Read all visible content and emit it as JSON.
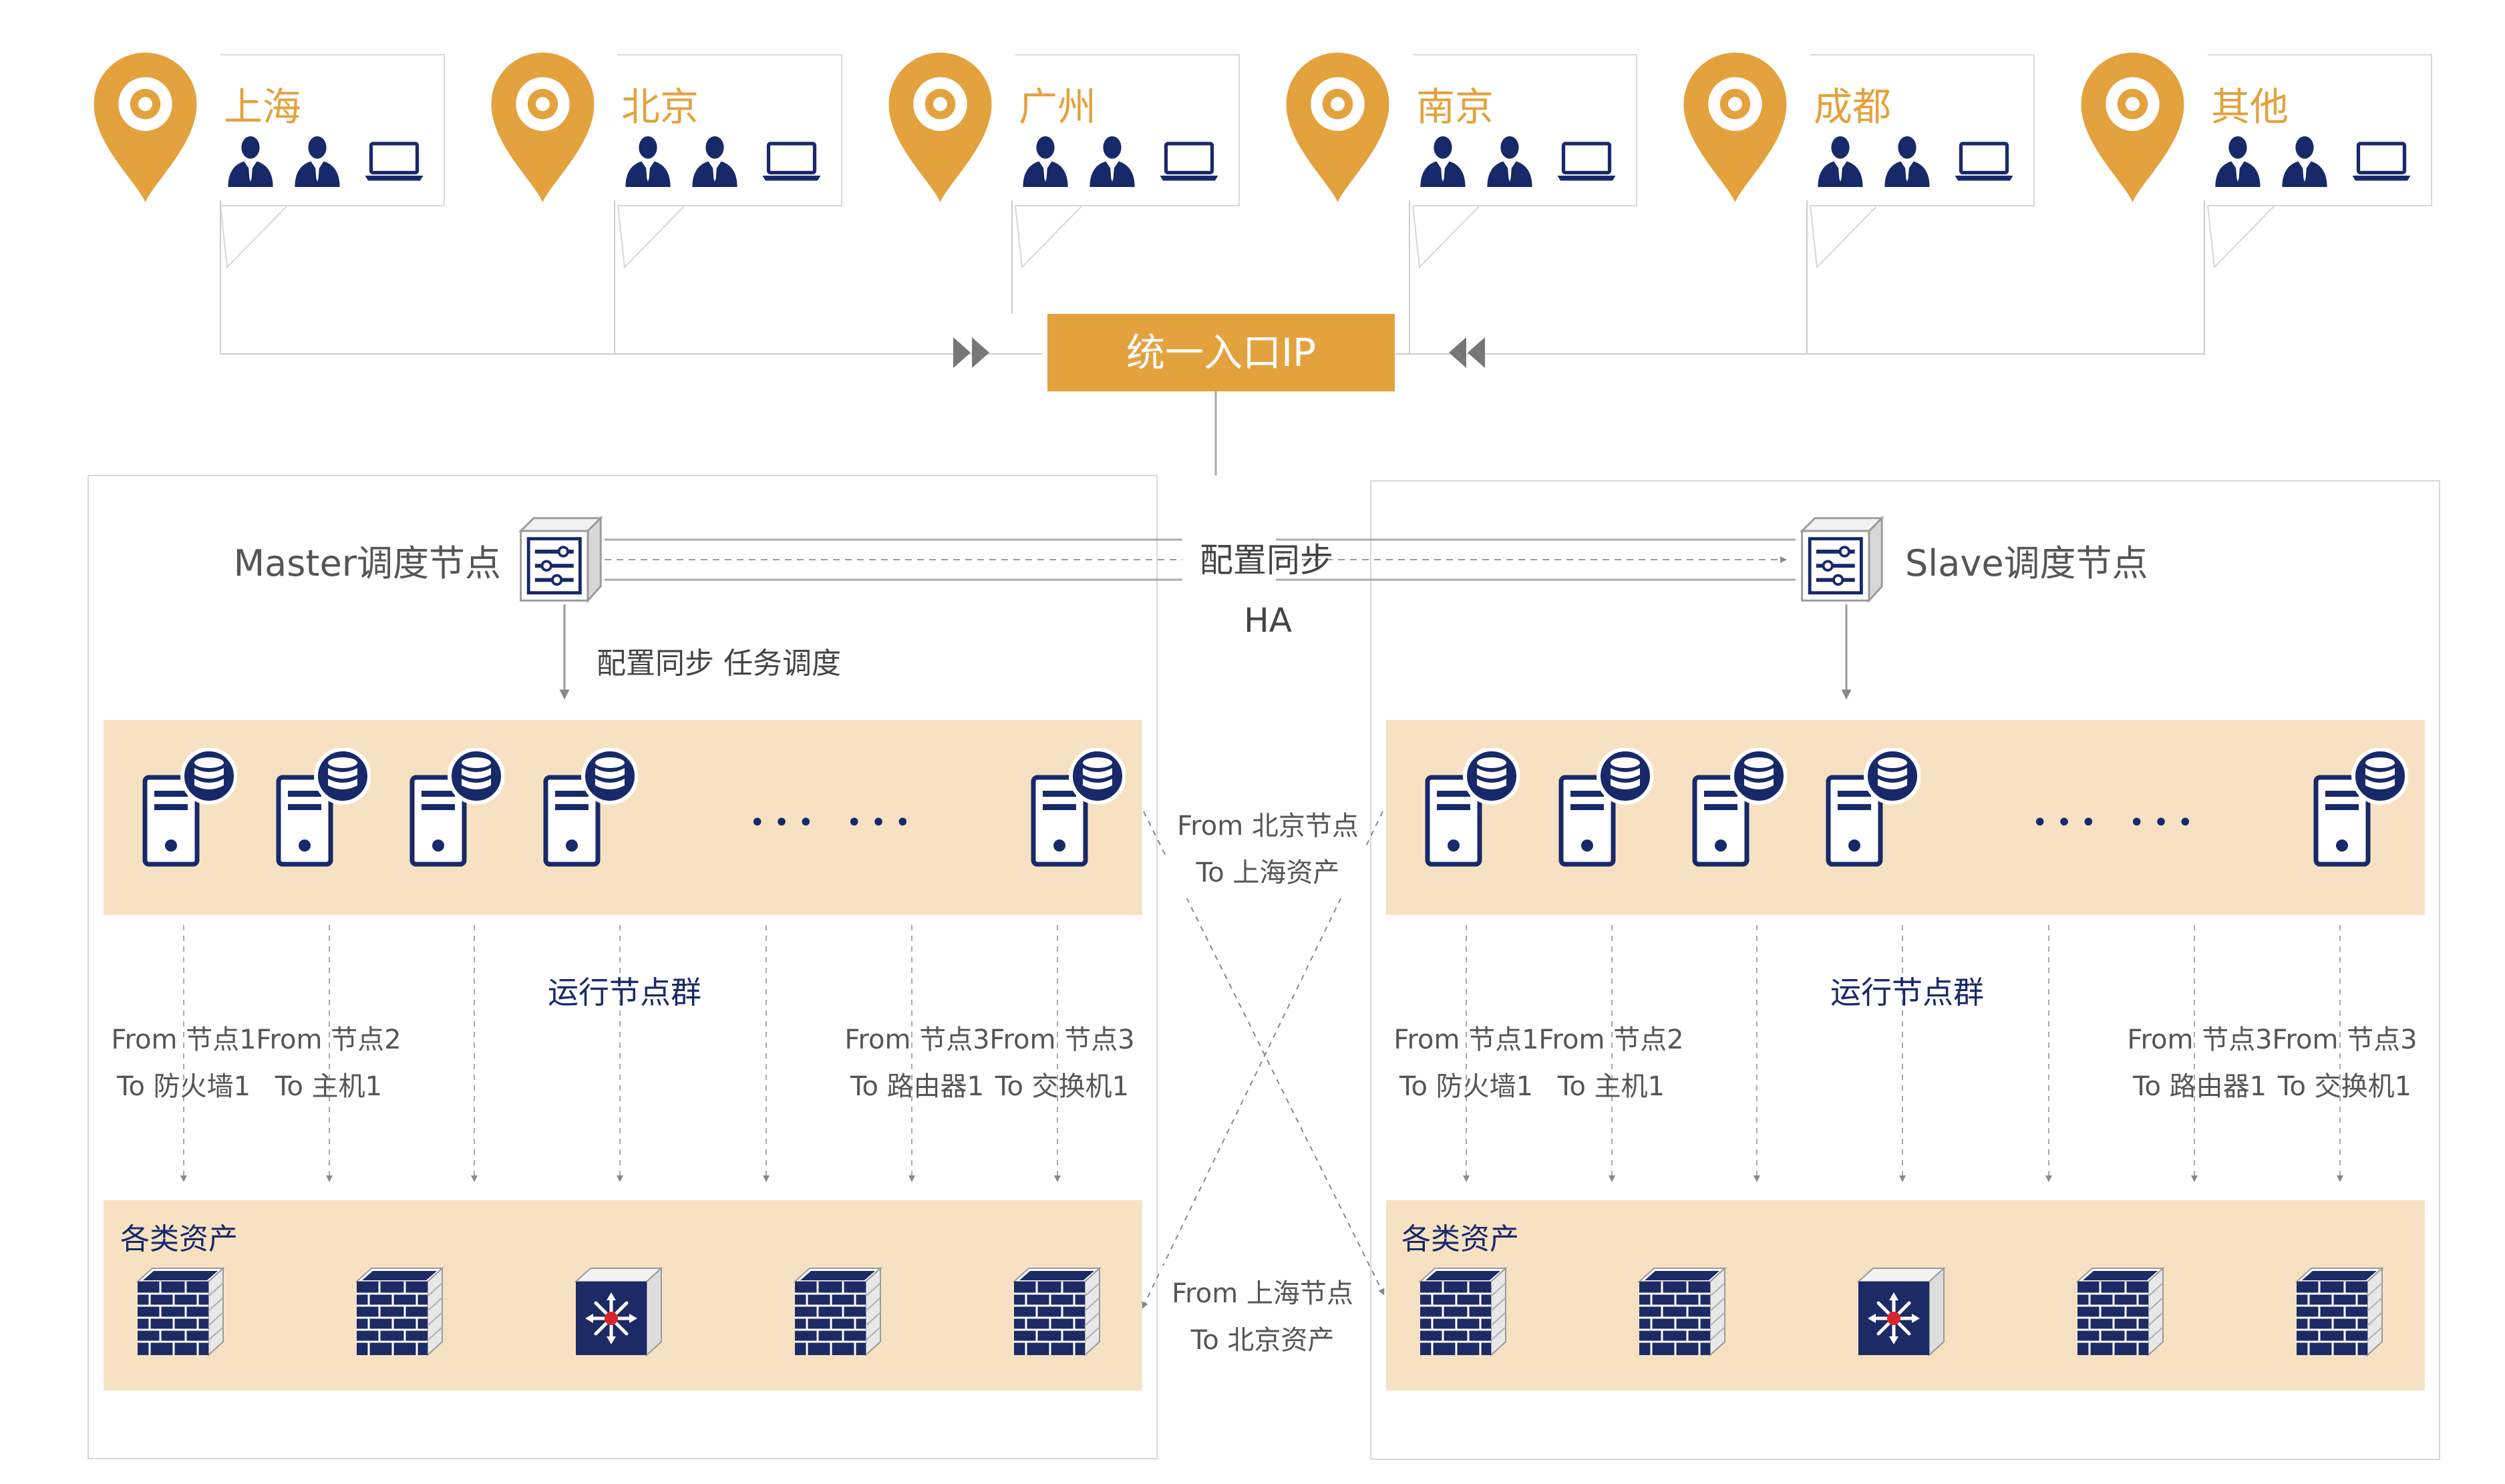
{
  "colors": {
    "orange": "#E3A23E",
    "navy": "#18296A",
    "band": "#F6E2C3",
    "text": "#555555",
    "line": "#BBBBBB",
    "white": "#FFFFFF",
    "switch_center": "#D6262C"
  },
  "locations": [
    "上海",
    "北京",
    "广州",
    "南京",
    "成都",
    "其他"
  ],
  "location_icons": [
    "map-pin-icon",
    "user-icon",
    "user-icon",
    "laptop-icon"
  ],
  "entry": {
    "label": "统一入口IP",
    "left_arrow_icon": "double-right-arrow-icon",
    "right_arrow_icon": "double-left-arrow-icon"
  },
  "master": {
    "label": "Master调度节点",
    "icon": "scheduler-server-icon"
  },
  "slave": {
    "label": "Slave调度节点",
    "icon": "scheduler-server-icon"
  },
  "sync": {
    "top_label": "配置同步",
    "ha_label": "HA",
    "down_label": "配置同步 任务调度"
  },
  "node_group": {
    "label": "运行节点群",
    "node_icon": "database-server-icon",
    "ellipsis": [
      "• • •",
      "• • •"
    ]
  },
  "flows_left": [
    {
      "from": "From 节点1",
      "to": "To 防火墙1"
    },
    {
      "from": "From 节点2",
      "to": "To 主机1"
    },
    {
      "from": "From 节点3",
      "to": "To 路由器1"
    },
    {
      "from": "From 节点3",
      "to": "To 交换机1"
    }
  ],
  "flows_right": [
    {
      "from": "From 节点1",
      "to": "To 防火墙1"
    },
    {
      "from": "From 节点2",
      "to": "To 主机1"
    },
    {
      "from": "From 节点3",
      "to": "To 路由器1"
    },
    {
      "from": "From 节点3",
      "to": "To 交换机1"
    }
  ],
  "cross": {
    "upper": {
      "from": "From 北京节点",
      "to": "To 上海资产"
    },
    "lower": {
      "from": "From 上海节点",
      "to": "To 北京资产"
    }
  },
  "assets": {
    "label": "各类资产",
    "icons": [
      "firewall-icon",
      "firewall-icon",
      "switch-icon",
      "firewall-icon",
      "firewall-icon"
    ]
  }
}
